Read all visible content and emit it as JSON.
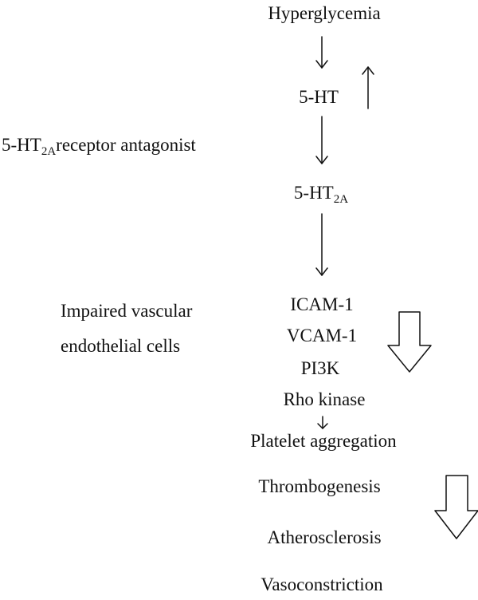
{
  "nodes": {
    "hyperglycemia": "Hyperglycemia",
    "serotonin": "5-HT",
    "receptor_base": "5-HT",
    "receptor_sub": "2A",
    "antagonist_base": "5-HT",
    "antagonist_sub": "2A",
    "antagonist_rest": "receptor antagonist",
    "impaired_line1": "Impaired vascular",
    "impaired_line2": "endothelial cells",
    "icam": "ICAM-1",
    "vcam": "VCAM-1",
    "pi3k": "PI3K",
    "rho": "Rho kinase",
    "platelet": "Platelet aggregation",
    "thrombo": "Thrombogenesis",
    "athero": "Atherosclerosis",
    "vaso": "Vasoconstriction"
  }
}
